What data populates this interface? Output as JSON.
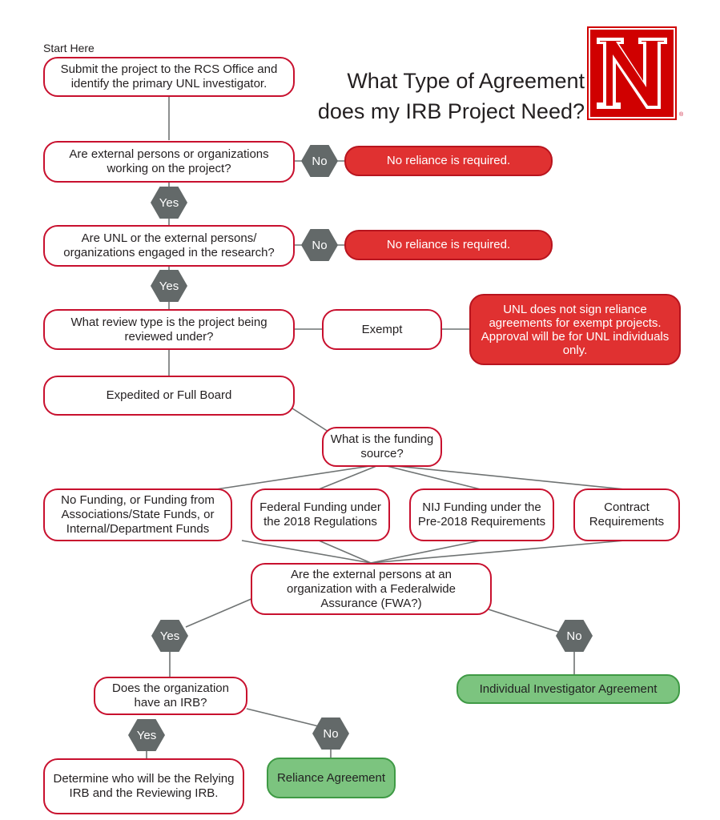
{
  "title": {
    "line1": "What Type of Agreement",
    "line2": "does my IRB Project Need?"
  },
  "start_label": "Start Here",
  "logo": {
    "letter": "N",
    "mark": "®",
    "color": "#d00000"
  },
  "nodes": {
    "submit": "Submit the project to the RCS Office and identify the primary UNL investigator.",
    "external": "Are external persons or organizations working on the project?",
    "no_reliance_1": "No reliance is required.",
    "engaged": "Are UNL or the external persons/ organizations engaged in the research?",
    "no_reliance_2": "No reliance is required.",
    "review_type": "What review type is the project being reviewed under?",
    "exempt": "Exempt",
    "exempt_note": "UNL does not sign reliance agreements for exempt projects. Approval will be for UNL individuals only.",
    "expedited": "Expedited or Full Board",
    "funding_question": "What is the funding source?",
    "fund_none": "No Funding, or Funding from Associations/State Funds, or Internal/Department Funds",
    "fund_federal": "Federal Funding under the 2018 Regulations",
    "fund_nij": "NIJ Funding under the Pre-2018 Requirements",
    "fund_contract": "Contract Requirements",
    "fwa_question": "Are the external persons at an organization with a Federalwide Assurance (FWA?)",
    "individual_agreement": "Individual Investigator Agreement",
    "irb_question": "Does the organization have an IRB?",
    "reliance_agreement": "Reliance Agreement",
    "relying_reviewing": "Determine who will be the Relying IRB and the Reviewing IRB."
  },
  "decisions": {
    "yes": "Yes",
    "no": "No"
  },
  "colors": {
    "outline": "#c8102e",
    "stop": "#e03131",
    "result": "#7cc47f",
    "decision": "#636969",
    "line": "#6f7373"
  }
}
